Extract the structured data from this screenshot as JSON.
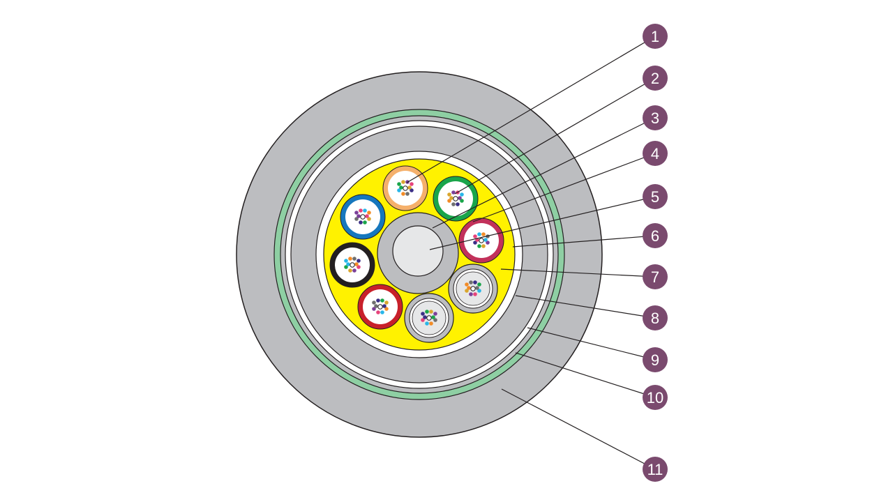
{
  "diagram": {
    "colors": {
      "outer_sheath": "#bcbdc0",
      "armor_band": "#8ecfa3",
      "inner_sheath": "#bcbdc0",
      "filling": "#fff200",
      "central_member": "#bcbdc0",
      "central_core": "#e6e7e8",
      "badge": "#7a4a6e",
      "leader_line": "#231f20"
    },
    "tubes": [
      {
        "ring_color": "#f5b06b",
        "kind": "loose-tube"
      },
      {
        "ring_color": "#1aa54a",
        "kind": "loose-tube"
      },
      {
        "ring_color": "#1677bd",
        "kind": "loose-tube"
      },
      {
        "ring_color": "#c2315a",
        "kind": "loose-tube"
      },
      {
        "ring_color": "#231f20",
        "kind": "loose-tube"
      },
      {
        "ring_color": "#bcbdc0",
        "kind": "filler-tube"
      },
      {
        "ring_color": "#c8202a",
        "kind": "loose-tube"
      },
      {
        "ring_color": "#bcbdc0",
        "kind": "filler-tube"
      }
    ],
    "fiber_colors": [
      "#1aa54a",
      "#d9a62e",
      "#7b3f98",
      "#e6447c",
      "#29b6e8",
      "#f28c28",
      "#6f6f6f",
      "#3b2f86"
    ],
    "callouts": [
      {
        "number": "1"
      },
      {
        "number": "2"
      },
      {
        "number": "3"
      },
      {
        "number": "4"
      },
      {
        "number": "5"
      },
      {
        "number": "6"
      },
      {
        "number": "7"
      },
      {
        "number": "8"
      },
      {
        "number": "9"
      },
      {
        "number": "10"
      },
      {
        "number": "11"
      }
    ]
  }
}
